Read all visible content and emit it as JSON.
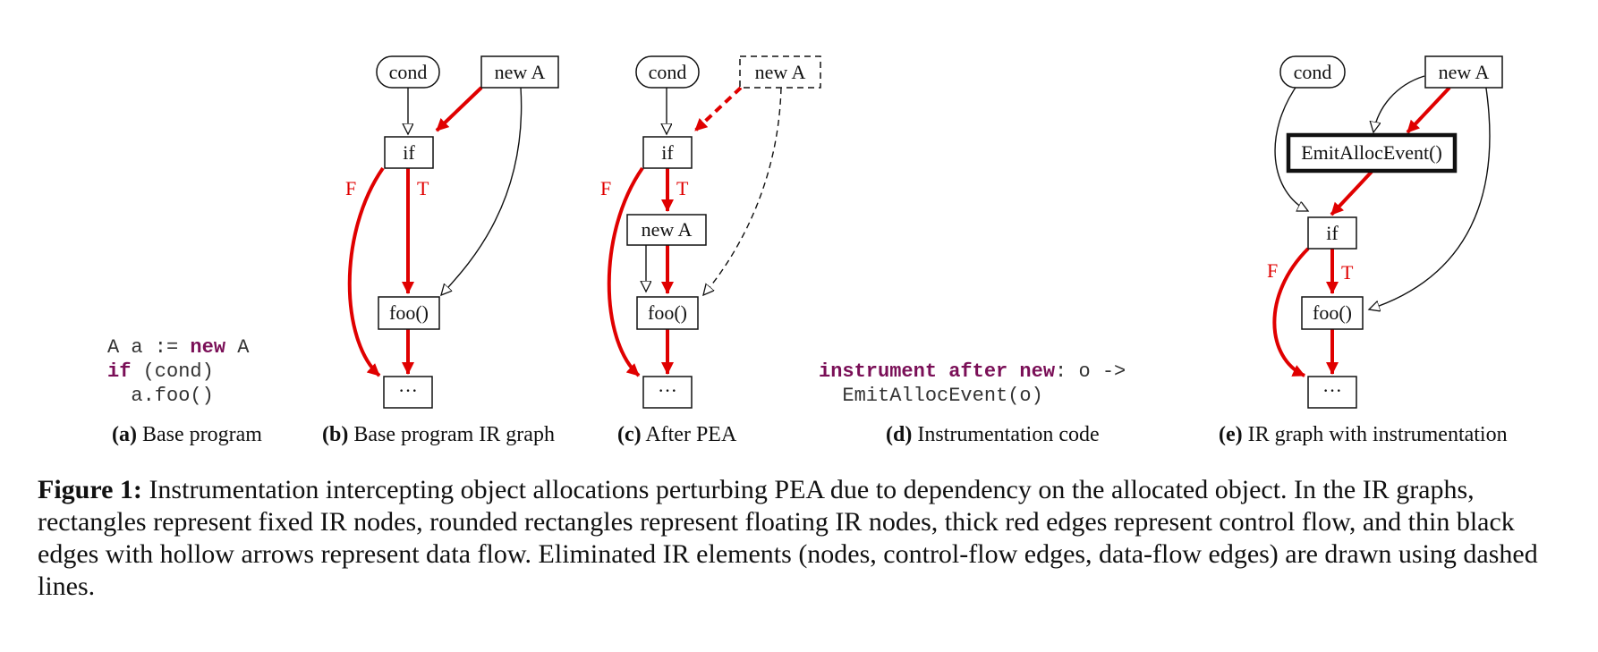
{
  "panel_a": {
    "code_line1_pre": "A a := ",
    "code_line1_kw": "new",
    "code_line1_post": " A",
    "code_line2_kw": "if",
    "code_line2_post": " (cond)",
    "code_line3": "  a.foo()",
    "sub_letter": "(a)",
    "sub_text": " Base program"
  },
  "panel_b": {
    "cond": "cond",
    "newA": "new A",
    "if": "if",
    "foo": "foo()",
    "end": "···",
    "F": "F",
    "T": "T",
    "sub_letter": "(b)",
    "sub_text": " Base program IR graph"
  },
  "panel_c": {
    "cond": "cond",
    "newA_dashed": "new A",
    "if": "if",
    "newA": "new A",
    "foo": "foo()",
    "end": "···",
    "F": "F",
    "T": "T",
    "sub_letter": "(c)",
    "sub_text": " After PEA"
  },
  "panel_d": {
    "line1_kw": "instrument after new",
    "line1_post": ": o ->",
    "line2": "  EmitAllocEvent(o)",
    "sub_letter": "(d)",
    "sub_text": " Instrumentation code"
  },
  "panel_e": {
    "cond": "cond",
    "newA": "new A",
    "emit": "EmitAllocEvent()",
    "if": "if",
    "foo": "foo()",
    "end": "···",
    "F": "F",
    "T": "T",
    "sub_letter": "(e)",
    "sub_text": " IR graph with instrumentation"
  },
  "caption": {
    "label": "Figure 1:",
    "text": " Instrumentation intercepting object allocations perturbing PEA due to dependency on the allocated object. In the IR graphs, rectangles represent fixed IR nodes, rounded rectangles represent floating IR nodes, thick red edges represent control flow, and thin black edges with hollow arrows represent data flow. Eliminated IR elements (nodes, control-flow edges, data-flow edges) are drawn using dashed lines."
  },
  "colors": {
    "control_flow": "#e00000",
    "data_flow": "#111111",
    "keyword": "#7a0f57"
  }
}
